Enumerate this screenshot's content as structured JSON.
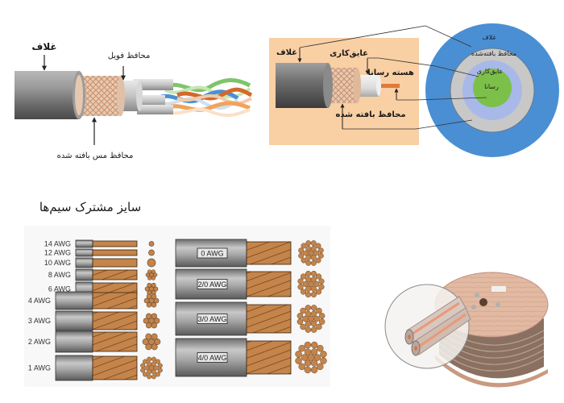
{
  "stp_cable": {
    "jacket_label": "غلاف",
    "foil_label": "محافظ فویل",
    "braid_label": "محافظ مس بافته شده"
  },
  "coax_cable": {
    "jacket_label": "غلاف",
    "insulation_label": "عایق‌کاری",
    "core_label": "هسته رسانا",
    "braid_label": "محافظ بافته شده"
  },
  "cross_section": {
    "jacket_label": "غلاف",
    "braid_label": "محافظ بافته‌شده",
    "insulation_label": "عایق‌کاری",
    "conductor_label": "رسانا",
    "colors": {
      "jacket": "#4a8fd4",
      "braid": "#c8c8c8",
      "insulation": "#a8b8e8",
      "conductor": "#7cc04a"
    }
  },
  "awg_chart": {
    "title": "سایز مشترک سیم‌ها",
    "small_sizes": [
      {
        "label": "14 AWG",
        "strands": 1
      },
      {
        "label": "12 AWG",
        "strands": 1
      },
      {
        "label": "10 AWG",
        "strands": 1
      },
      {
        "label": "8 AWG",
        "strands": 7
      },
      {
        "label": "6 AWG",
        "strands": 7
      },
      {
        "label": "4 AWG",
        "strands": 7
      },
      {
        "label": "3 AWG",
        "strands": 7
      },
      {
        "label": "2 AWG",
        "strands": 7
      },
      {
        "label": "1 AWG",
        "strands": 19
      }
    ],
    "large_sizes": [
      {
        "label": "0 AWG",
        "strands": 19
      },
      {
        "label": "2/0 AWG",
        "strands": 19
      },
      {
        "label": "3/0 AWG",
        "strands": 19
      },
      {
        "label": "4/0 AWG",
        "strands": 19
      }
    ],
    "colors": {
      "copper": "#c4844a",
      "jacket": "#8c8c8c"
    }
  },
  "speaker_spool": {
    "caption": ""
  }
}
